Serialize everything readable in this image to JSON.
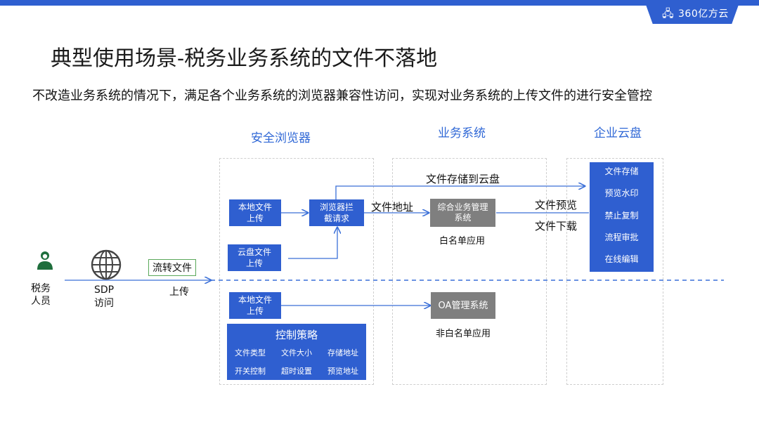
{
  "brand": {
    "logo_text": "360亿方云",
    "logo_icon": "cloud-logo-icon"
  },
  "slide": {
    "title": "典型使用场景-税务业务系统的文件不落地",
    "subtitle": "不改造业务系统的情况下，满足各个业务系统的浏览器兼容性访问，实现对业务系统的上传文件的进行安全管控"
  },
  "columns": {
    "browser": "安全浏览器",
    "business": "业务系统",
    "cloud": "企业云盘"
  },
  "actor": {
    "label": "税务\n人员",
    "icon": "user-icon"
  },
  "sdp": {
    "label": "SDP\n访问",
    "icon": "globe-icon"
  },
  "flow": {
    "transfer_label": "流转文件",
    "upload_label": "上传",
    "store_to_cloud": "文件存储到云盘",
    "file_address": "文件地址",
    "file_preview": "文件预览",
    "file_download": "文件下载"
  },
  "browser_boxes": {
    "local_upload_top": "本地文件\n上传",
    "cloud_upload": "云盘文件\n上传",
    "intercept": "浏览器拦\n截请求",
    "local_upload_bottom": "本地文件\n上传"
  },
  "business_boxes": {
    "integrated": "综合业务管理\n系统",
    "whitelist": "白名单应用",
    "oa": "OA管理系统",
    "non_whitelist": "非白名单应用"
  },
  "cloud_features": [
    "文件存储",
    "预览水印",
    "禁止复制",
    "流程审批",
    "在线编辑"
  ],
  "policy": {
    "title": "控制策略",
    "items": [
      "文件类型",
      "文件大小",
      "存储地址",
      "开关控制",
      "超时设置",
      "预览地址"
    ]
  },
  "colors": {
    "accent": "#2f5fd0",
    "heading": "#3068d6",
    "gray_box": "#7f7f7f",
    "transfer_border": "#5aa85a",
    "user_icon": "#1e6e3c"
  }
}
